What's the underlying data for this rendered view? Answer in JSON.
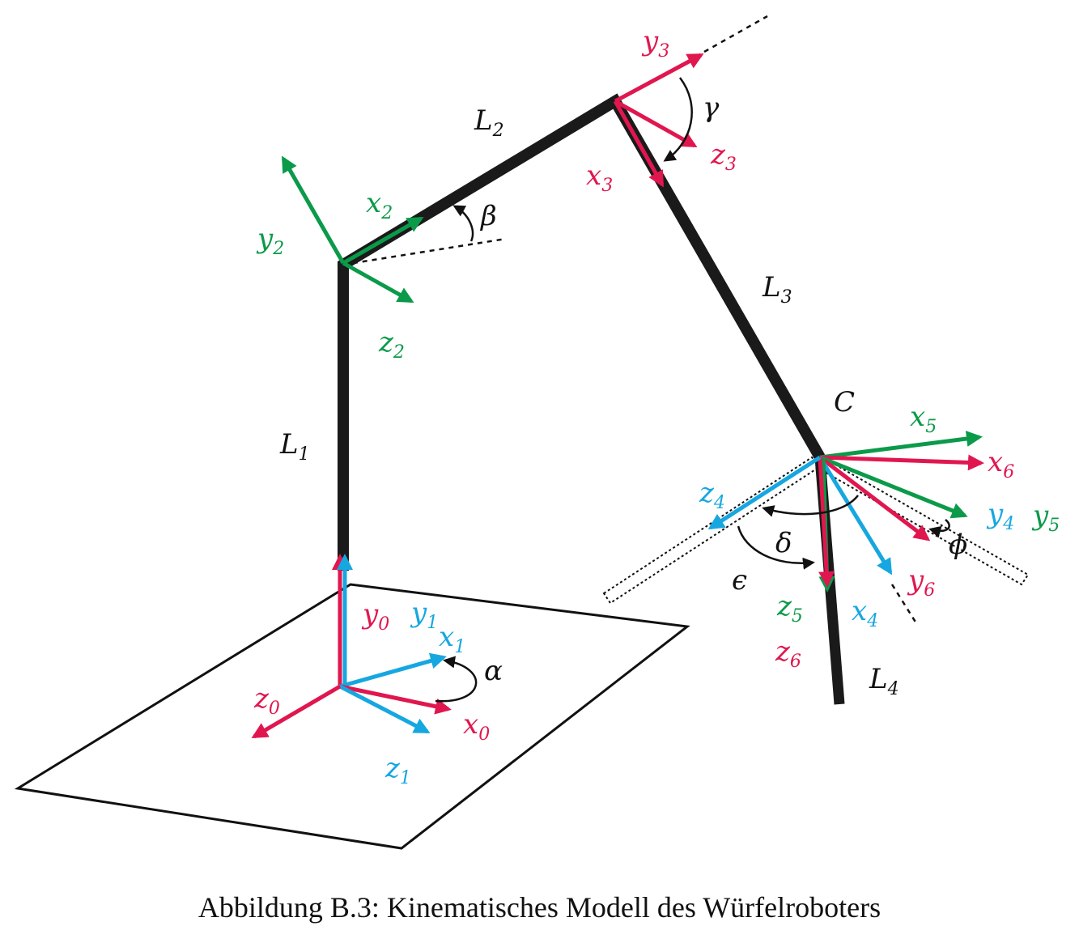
{
  "caption": "Abbildung B.3: Kinematisches Modell des Würfelroboters",
  "colors": {
    "red": "#e0174f",
    "blue": "#17a7e0",
    "green": "#0b9a4a",
    "black": "#111111"
  },
  "links": [
    {
      "name": "L",
      "sub": "1"
    },
    {
      "name": "L",
      "sub": "2"
    },
    {
      "name": "L",
      "sub": "3"
    },
    {
      "name": "L",
      "sub": "4"
    }
  ],
  "point_label": "C",
  "axes": {
    "y0": {
      "name": "y",
      "sub": "0"
    },
    "y1": {
      "name": "y",
      "sub": "1"
    },
    "x1": {
      "name": "x",
      "sub": "1"
    },
    "x0": {
      "name": "x",
      "sub": "0"
    },
    "z0": {
      "name": "z",
      "sub": "0"
    },
    "z1": {
      "name": "z",
      "sub": "1"
    },
    "x2": {
      "name": "x",
      "sub": "2"
    },
    "y2": {
      "name": "y",
      "sub": "2"
    },
    "z2": {
      "name": "z",
      "sub": "2"
    },
    "y3": {
      "name": "y",
      "sub": "3"
    },
    "x3": {
      "name": "x",
      "sub": "3"
    },
    "z3": {
      "name": "z",
      "sub": "3"
    },
    "x5": {
      "name": "x",
      "sub": "5"
    },
    "x6": {
      "name": "x",
      "sub": "6"
    },
    "y4": {
      "name": "y",
      "sub": "4"
    },
    "y5": {
      "name": "y",
      "sub": "5"
    },
    "z4": {
      "name": "z",
      "sub": "4"
    },
    "y6": {
      "name": "y",
      "sub": "6"
    },
    "z5": {
      "name": "z",
      "sub": "5"
    },
    "x4": {
      "name": "x",
      "sub": "4"
    },
    "z6": {
      "name": "z",
      "sub": "6"
    }
  },
  "angles": {
    "alpha": "α",
    "beta": "β",
    "gamma": "γ",
    "delta": "δ",
    "epsilon": "ϵ",
    "phi": "ϕ"
  }
}
